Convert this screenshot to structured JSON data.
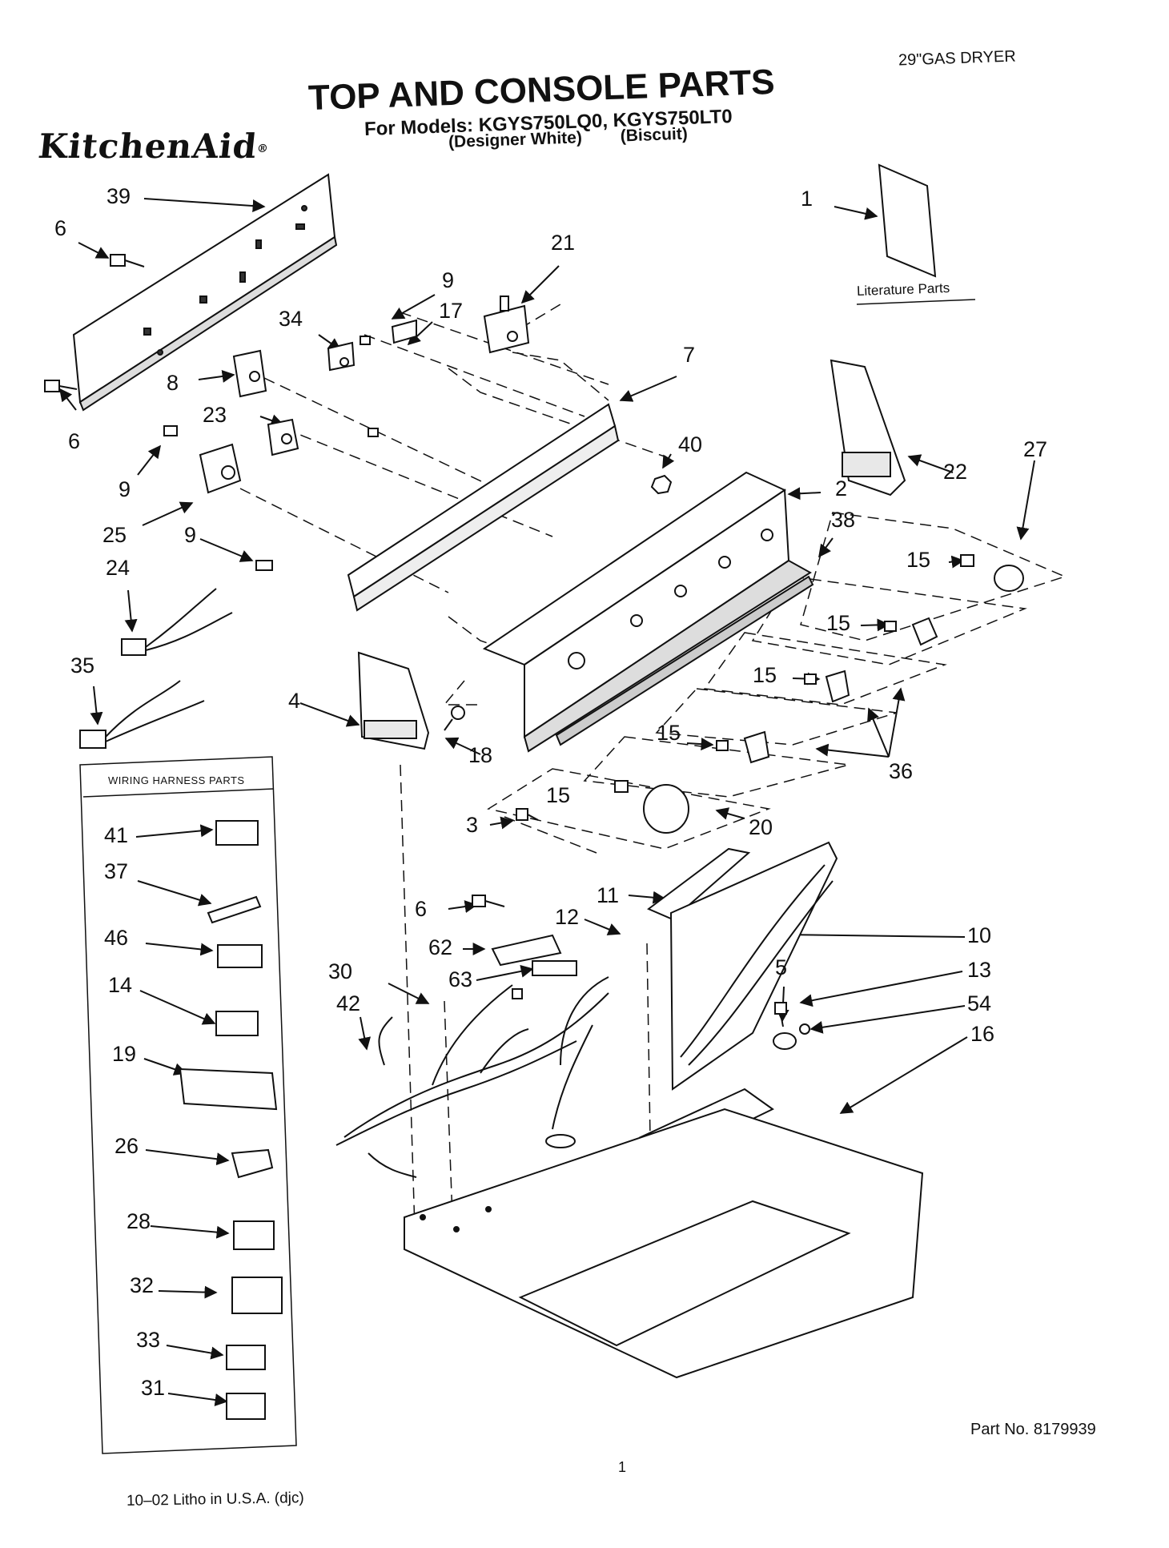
{
  "header": {
    "brand": "KitchenAid",
    "brand_mark": "®",
    "title": "TOP AND CONSOLE PARTS",
    "models_line": "For Models: KGYS750LQ0, KGYS750LT0",
    "variant_white": "(Designer White)",
    "variant_biscuit": "(Biscuit)",
    "product": "29\"GAS DRYER"
  },
  "literature_label": "Literature Parts",
  "wiring_box_title": "WIRING HARNESS PARTS",
  "footer": {
    "part_no": "Part No. 8179939",
    "page_number": "1",
    "litho": "10–02 Litho in U.S.A. (djc)"
  },
  "callouts": [
    {
      "id": "c39",
      "text": "39"
    },
    {
      "id": "c6a",
      "text": "6"
    },
    {
      "id": "c6b",
      "text": "6"
    },
    {
      "id": "c1",
      "text": "1"
    },
    {
      "id": "c21",
      "text": "21"
    },
    {
      "id": "c9a",
      "text": "9"
    },
    {
      "id": "c17",
      "text": "17"
    },
    {
      "id": "c34",
      "text": "34"
    },
    {
      "id": "c8",
      "text": "8"
    },
    {
      "id": "c7",
      "text": "7"
    },
    {
      "id": "c23",
      "text": "23"
    },
    {
      "id": "c40",
      "text": "40"
    },
    {
      "id": "c22",
      "text": "22"
    },
    {
      "id": "c27",
      "text": "27"
    },
    {
      "id": "c9b",
      "text": "9"
    },
    {
      "id": "c25",
      "text": "25"
    },
    {
      "id": "c2",
      "text": "2"
    },
    {
      "id": "c38",
      "text": "38"
    },
    {
      "id": "c9c",
      "text": "9"
    },
    {
      "id": "c24",
      "text": "24"
    },
    {
      "id": "c15a",
      "text": "15"
    },
    {
      "id": "c15b",
      "text": "15"
    },
    {
      "id": "c35",
      "text": "35"
    },
    {
      "id": "c15c",
      "text": "15"
    },
    {
      "id": "c4",
      "text": "4"
    },
    {
      "id": "c15d",
      "text": "15"
    },
    {
      "id": "c18",
      "text": "18"
    },
    {
      "id": "c36",
      "text": "36"
    },
    {
      "id": "c15e",
      "text": "15"
    },
    {
      "id": "c3",
      "text": "3"
    },
    {
      "id": "c20",
      "text": "20"
    },
    {
      "id": "c41",
      "text": "41"
    },
    {
      "id": "c37",
      "text": "37"
    },
    {
      "id": "c11",
      "text": "11"
    },
    {
      "id": "c6c",
      "text": "6"
    },
    {
      "id": "c12",
      "text": "12"
    },
    {
      "id": "c10",
      "text": "10"
    },
    {
      "id": "c46",
      "text": "46"
    },
    {
      "id": "c62",
      "text": "62"
    },
    {
      "id": "c30",
      "text": "30"
    },
    {
      "id": "c5",
      "text": "5"
    },
    {
      "id": "c13",
      "text": "13"
    },
    {
      "id": "c63",
      "text": "63"
    },
    {
      "id": "c42",
      "text": "42"
    },
    {
      "id": "c14",
      "text": "14"
    },
    {
      "id": "c54",
      "text": "54"
    },
    {
      "id": "c16",
      "text": "16"
    },
    {
      "id": "c19",
      "text": "19"
    },
    {
      "id": "c26",
      "text": "26"
    },
    {
      "id": "c28",
      "text": "28"
    },
    {
      "id": "c32",
      "text": "32"
    },
    {
      "id": "c33",
      "text": "33"
    },
    {
      "id": "c31",
      "text": "31"
    }
  ]
}
